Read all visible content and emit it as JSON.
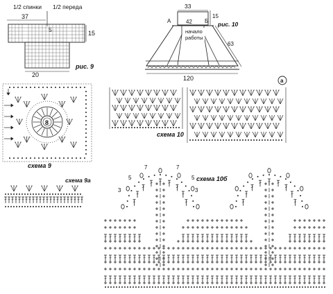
{
  "fig9": {
    "label_back": "1/2 спинки",
    "label_front": "1/2 переда",
    "dim_top": "37",
    "dim_5": "5",
    "dim_right": "15",
    "dim_bottom": "20",
    "caption": "рис. 9"
  },
  "fig10": {
    "dim_top": "33",
    "dim_15": "15",
    "point_a": "А",
    "point_b": "Б",
    "dim_42": "42",
    "caption": "рис. 10",
    "start_label_1": "начало",
    "start_label_2": "работы",
    "dim_63": "63",
    "dim_bottom": "120"
  },
  "scheme9": {
    "caption": "схема 9",
    "center_number": "8"
  },
  "scheme9a": {
    "caption": "схема 9а"
  },
  "scheme10": {
    "caption": "схема 10",
    "marker": "а"
  },
  "scheme10b": {
    "caption": "схема 10б",
    "counts": [
      "7",
      "7",
      "5",
      "5",
      "3",
      "3"
    ]
  },
  "colors": {
    "ink": "#111111",
    "paper": "#ffffff"
  }
}
